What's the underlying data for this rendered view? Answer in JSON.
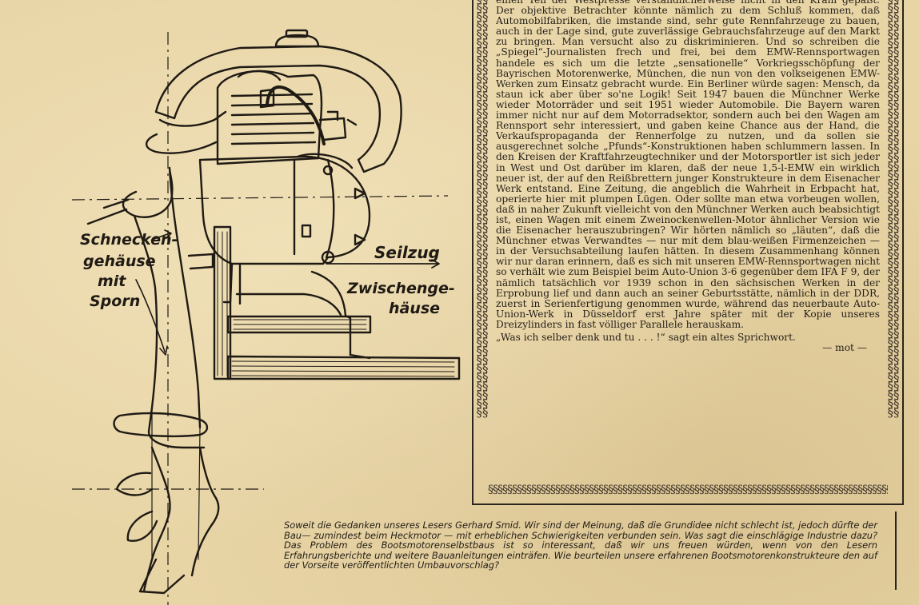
{
  "drawing": {
    "labels": {
      "schnecken": "Schnecken-",
      "gehaeuse": "gehäuse",
      "mit": "mit",
      "sporn": "Sporn",
      "seilzug": "Seilzug",
      "zwischenge": "Zwischenge-",
      "haeuse": "häuse"
    }
  },
  "article": {
    "body": "einen Teil der Westpresse verständlicherweise nicht in den Kram gepaßt. Der objektive Betrachter könnte nämlich zu dem Schluß kommen, daß Automobilfabriken, die imstande sind, sehr gute Rennfahrzeuge zu bauen, auch in der Lage sind, gute zuverlässige Gebrauchsfahrzeuge auf den Markt zu bringen. Man versucht also zu diskriminieren. Und so schreiben die „Spiegel“-Journalisten frech und frei, bei dem EMW-Rennsportwagen handele es sich um die letzte „sensationelle“ Vorkriegsschöpfung der Bayrischen Motorenwerke, München, die nun von den volkseigenen EMW-Werken zum Einsatz gebracht wurde. Ein Berliner würde sagen: Mensch, da staun ick aber über so'ne Logik! Seit 1947 bauen die Münchner Werke wieder Motorräder und seit 1951 wieder Automobile. Die Bayern waren immer nicht nur auf dem Motorradsektor, sondern auch bei den Wagen am Rennsport sehr interessiert, und gaben keine Chance aus der Hand, die Verkaufspropaganda der Rennerfolge zu nutzen, und da sollen sie ausgerechnet solche „Pfunds“-Konstruktionen haben schlummern lassen. In den Kreisen der Kraftfahrzeugtechniker und der Motorsportler ist sich jeder in West und Ost darüber im klaren, daß der neue 1,5-l-EMW ein wirklich neuer ist, der auf den Reißbrettern junger Konstrukteure in dem Eisenacher Werk entstand. Eine Zeitung, die angeblich die Wahrheit in Erbpacht hat, operierte hier mit plumpen Lügen. Oder sollte man etwa vorbeugen wollen, daß in naher Zukunft vielleicht von den Münchner Werken auch beabsichtigt ist, einen Wagen mit einem Zweinockenwellen-Motor ähnlicher Version wie die Eisenacher herauszubringen? Wir hörten nämlich so „läuten“, daß die Münchner etwas Verwandtes — nur mit dem blau-weißen Firmenzeichen — in der Versuchsabteilung laufen hätten. In diesem Zusammenhang können wir nur daran erinnern, daß es sich mit unseren EMW-Rennsportwagen nicht so verhält wie zum Beispiel beim Auto-Union 3-6 gegenüber dem IFA F 9, der nämlich tatsächlich vor 1939 schon in den sächsischen Werken in der Erprobung lief und dann auch an seiner Geburtsstätte, nämlich in der DDR, zuerst in Serienfertigung genommen wurde, während das neuerbaute Auto-Union-Werk in Düsseldorf erst Jahre später mit der Kopie unseres Dreizylinders in fast völliger Parallele herauskam.",
    "closing": "„Was ich selber denk und tu . . . !“ sagt ein altes Sprichwort.",
    "signature": "— mot —",
    "frame_pattern": "§§§§§§§§§§§§§§§§§§§§§§§§§§§§§§§§§§§§§§§§§§§§§§§§§§§§§§§§§§§§§§§§§§§§§§§§§§§§§§§§§§§§§§§§§§§§§§§§"
  },
  "editor_note": "Soweit die Gedanken unseres Lesers Gerhard Smid. Wir sind der Meinung, daß die Grundidee nicht schlecht ist, jedoch dürfte der Bau— zumindest beim Heckmotor — mit erheblichen Schwierigkeiten verbunden sein. Was sagt die einschlägige Industrie dazu? Das Problem des Bootsmotorenselbstbaus ist so interessant, daß wir uns freuen würden, wenn von den Lesern Erfahrungsberichte und weitere Bauanleitungen einträfen. Wie beurteilen unsere erfahrenen Bootsmotorenkonstrukteure den auf der Vorseite veröffentlichten Umbauvorschlag?"
}
